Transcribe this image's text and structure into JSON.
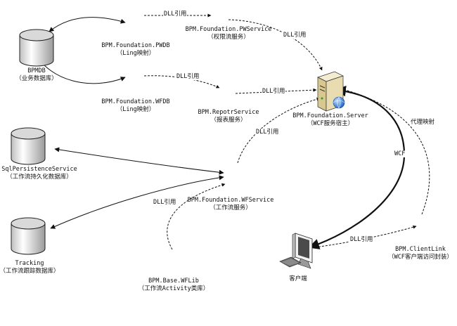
{
  "nodes": {
    "bpmdb": {
      "line1": "BPMDB",
      "line2": "（业务数据库）"
    },
    "sqlpersist": {
      "line1": "SqlPersistenceService",
      "line2": "（工作流持久化数据库）"
    },
    "tracking": {
      "line1": "Tracking",
      "line2": "（工作流跟踪数据库）"
    },
    "pwdb": {
      "line1": "BPM.Foundation.PWDB",
      "line2": "（Ling映射）"
    },
    "wfdb": {
      "line1": "BPM.Foundation.WFDB",
      "line2": "（Ling映射）"
    },
    "pwservice": {
      "line1": "BPM.Foundation.PWService",
      "line2": "（权限流服务）"
    },
    "reportservice": {
      "line1": "BPM.RepotrService",
      "line2": "（报表服务）"
    },
    "wfservice": {
      "line1": "BPM.Foundation.WFService",
      "line2": "（工作流服务）"
    },
    "wflib": {
      "line1": "BPM.Base.WFLib",
      "line2": "（工作流Activity类库）"
    },
    "server": {
      "line1": "BPM.Foundation.Server",
      "line2": "（WCF服务宿主）"
    },
    "clientlink": {
      "line1": "BPM.ClientLink",
      "line2": "（WCF客户端访问封装）"
    },
    "client": {
      "line1": "客户端"
    }
  },
  "edges": {
    "pwdb_pwservice": "DLL引用",
    "pwservice_server": "DLL引用",
    "wfdb_report": "DLL引用",
    "report_server": "DLL引用",
    "wfservice_server": "DLL引用",
    "wflib_wfservice": "DLL引用",
    "client_clientlink": "DLL引用",
    "wcf": "WCF",
    "proxy": "代理映射"
  },
  "colors": {
    "line": "#111111",
    "cylinder_top": "#d9d9d9",
    "cylinder_body": "#ffffff",
    "server_body": "#e9dcb0",
    "globe": "#2a6fcf"
  }
}
